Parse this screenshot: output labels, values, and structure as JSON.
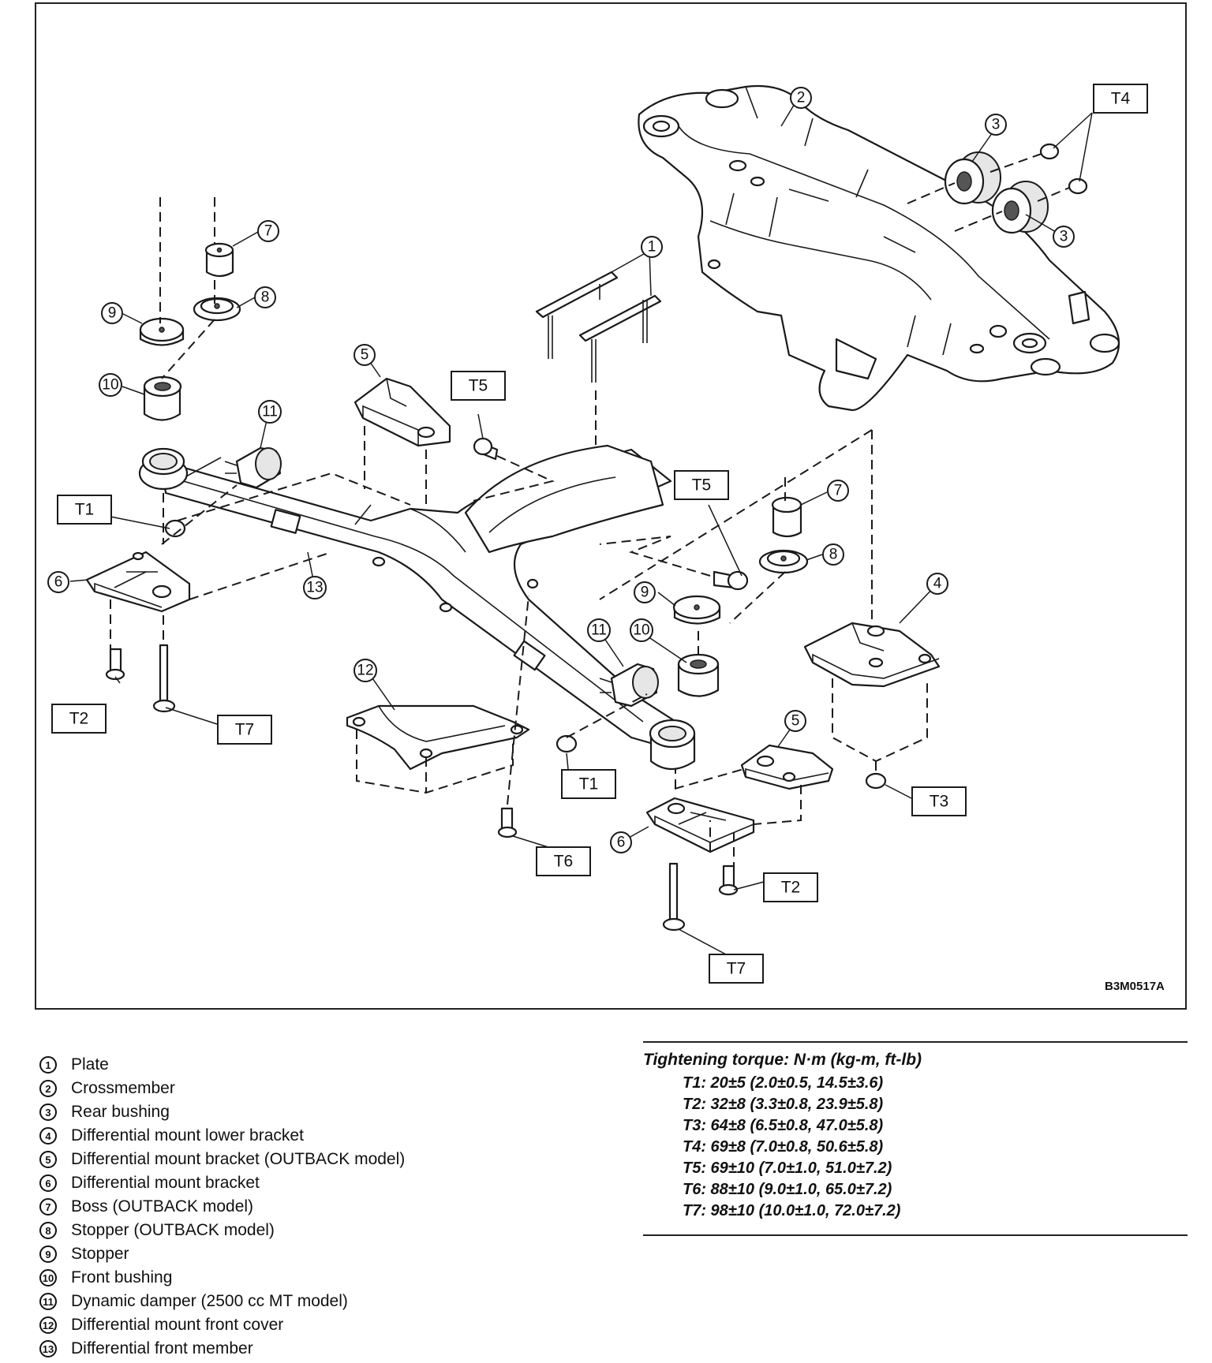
{
  "figure_code": "B3M0517A",
  "callouts": [
    {
      "id": "c2",
      "label": "2"
    },
    {
      "id": "c3a",
      "label": "3"
    },
    {
      "id": "c3b",
      "label": "3"
    },
    {
      "id": "c1",
      "label": "1"
    },
    {
      "id": "c7a",
      "label": "7"
    },
    {
      "id": "c8a",
      "label": "8"
    },
    {
      "id": "c9a",
      "label": "9"
    },
    {
      "id": "c10a",
      "label": "10"
    },
    {
      "id": "c11a",
      "label": "11"
    },
    {
      "id": "c5a",
      "label": "5"
    },
    {
      "id": "c7b",
      "label": "7"
    },
    {
      "id": "c8b",
      "label": "8"
    },
    {
      "id": "c4",
      "label": "4"
    },
    {
      "id": "c9b",
      "label": "9"
    },
    {
      "id": "c11b",
      "label": "11"
    },
    {
      "id": "c10b",
      "label": "10"
    },
    {
      "id": "c6a",
      "label": "6"
    },
    {
      "id": "c13",
      "label": "13"
    },
    {
      "id": "c12",
      "label": "12"
    },
    {
      "id": "c5b",
      "label": "5"
    },
    {
      "id": "c6b",
      "label": "6"
    }
  ],
  "torque_labels": [
    {
      "id": "t4",
      "label": "T4"
    },
    {
      "id": "t5a",
      "label": "T5"
    },
    {
      "id": "t5b",
      "label": "T5"
    },
    {
      "id": "t1a",
      "label": "T1"
    },
    {
      "id": "t2a",
      "label": "T2"
    },
    {
      "id": "t7a",
      "label": "T7"
    },
    {
      "id": "t1b",
      "label": "T1"
    },
    {
      "id": "t3",
      "label": "T3"
    },
    {
      "id": "t6",
      "label": "T6"
    },
    {
      "id": "t2b",
      "label": "T2"
    },
    {
      "id": "t7b",
      "label": "T7"
    }
  ],
  "legend": [
    {
      "num": "1",
      "text": "Plate"
    },
    {
      "num": "2",
      "text": "Crossmember"
    },
    {
      "num": "3",
      "text": "Rear bushing"
    },
    {
      "num": "4",
      "text": "Differential mount lower bracket"
    },
    {
      "num": "5",
      "text": "Differential mount bracket (OUTBACK model)"
    },
    {
      "num": "6",
      "text": "Differential mount bracket"
    },
    {
      "num": "7",
      "text": "Boss (OUTBACK model)"
    },
    {
      "num": "8",
      "text": "Stopper (OUTBACK model)"
    },
    {
      "num": "9",
      "text": "Stopper"
    },
    {
      "num": "10",
      "text": "Front bushing"
    },
    {
      "num": "11",
      "text": "Dynamic damper (2500 cc MT model)"
    },
    {
      "num": "12",
      "text": "Differential mount front cover"
    },
    {
      "num": "13",
      "text": "Differential front member"
    }
  ],
  "torque": {
    "title": "Tightening torque: N·m (kg-m, ft-lb)",
    "rows": [
      "T1: 20±5 (2.0±0.5, 14.5±3.6)",
      "T2: 32±8 (3.3±0.8, 23.9±5.8)",
      "T3: 64±8 (6.5±0.8, 47.0±5.8)",
      "T4: 69±8 (7.0±0.8, 50.6±5.8)",
      "T5: 69±10 (7.0±1.0, 51.0±7.2)",
      "T6: 88±10 (9.0±1.0, 65.0±7.2)",
      "T7: 98±10 (10.0±1.0, 72.0±7.2)"
    ]
  }
}
